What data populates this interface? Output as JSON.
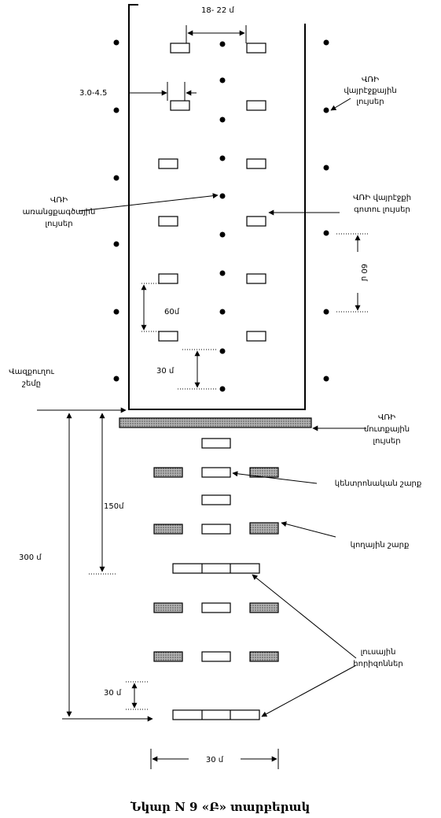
{
  "labels": {
    "width_18_22": "18- 22 մ",
    "spacing_3_4_5": "3.0-4.5",
    "edge_lights": [
      "ՎՌԻ",
      "վայրէջքային",
      "լույսեր"
    ],
    "centerline_lights": [
      "ՎՌԻ",
      "առանցքագծային",
      "լույսեր"
    ],
    "touchdown_lights": [
      "ՎՌԻ վայրէջքի",
      "գոտու լույսեր"
    ],
    "dist_60_right": "60 մ",
    "dist_60_left": "60մ",
    "dist_30_top": "30 մ",
    "threshold": [
      "Վազքուղու",
      "շեմը"
    ],
    "entrance_lights": [
      "ՎՌԻ",
      "մուտքային",
      "լույսեր"
    ],
    "central_row": "կենտրոնական շարք",
    "dist_150": "150մ",
    "side_row": "կողային շարք",
    "dist_300": "300 մ",
    "crossbars": [
      "լուսային",
      "հորիզոններ"
    ],
    "dist_30_bottom": "30 մ",
    "width_30": "30 մ"
  },
  "caption": "Նկար N 9  «Բ» տարբերակ",
  "colors": {
    "line": "#000000",
    "shaded_fill": "#9a9a9a",
    "entrance_bar_fill": "#a9a9a9",
    "background": "#ffffff"
  }
}
